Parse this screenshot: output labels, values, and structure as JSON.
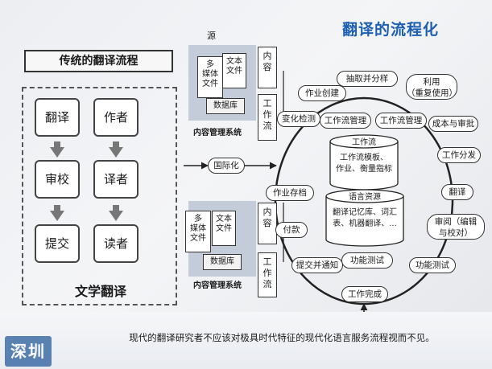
{
  "slide_title": "翻译的流程化",
  "traditional": {
    "title": "传统的翻译流程",
    "boxes": [
      "翻译",
      "作者",
      "审校",
      "译者",
      "提交",
      "读者"
    ],
    "caption": "文学翻译"
  },
  "footer": "现代的翻译研究者不应该对极具时代特征的现代化语言服务流程视而不见。",
  "logo_text": "深圳",
  "workflow": {
    "source_label": "源",
    "cms_top": {
      "doc_multimedia": "多\n媒体\n文件",
      "doc_text": "文本\n文件",
      "database": "数据库",
      "label": "内容管理系统",
      "content": "内\n容",
      "workflow": "工\n作\n流"
    },
    "cms_bottom": {
      "doc_multimedia": "多\n媒体\n文件",
      "doc_text": "文本\n文件",
      "database": "数据库",
      "label": "内容管理系统",
      "content": "内\n容",
      "workflow": "工\n作\n流"
    },
    "nodes": {
      "extract": "抽取并分样",
      "reuse": "利用\n（重复使用）",
      "job_create": "作业创建",
      "change_detect": "变化检测",
      "wf_mgmt_1": "工作流管理",
      "wf_mgmt_2": "工作流管理",
      "cost_approve": "成本与审批",
      "work_dispatch": "工作分发",
      "translate": "翻译",
      "review": "审阅（编辑\n与校对）",
      "func_test_right": "功能测试",
      "job_complete": "工作完成",
      "func_test_bottom": "功能测试",
      "submit_notify": "提交并通知",
      "payment": "付款",
      "job_archive": "作业存档",
      "i18n": "国际化"
    },
    "cylinder_workflow": {
      "title": "工作流",
      "body": "工作流模板、\n作业、衡量指标"
    },
    "cylinder_language": {
      "title": "语言资源",
      "body": "翻译记忆库、词汇\n表、机器翻译、..."
    }
  }
}
